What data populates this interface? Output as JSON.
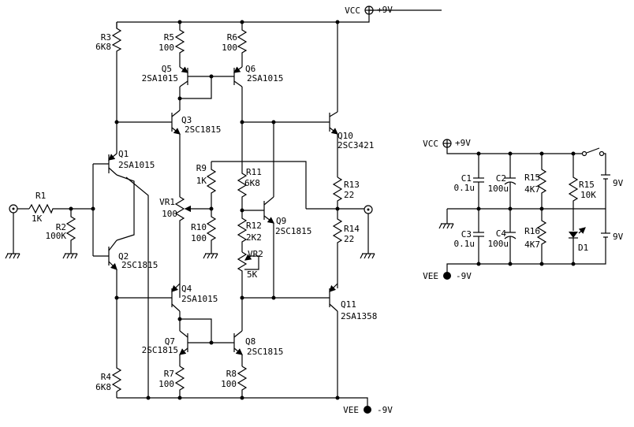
{
  "power": {
    "vcc": "VCC",
    "vcc_value": "+9V",
    "vee": "VEE",
    "vee_value": "-9V"
  },
  "resistors": {
    "r1": {
      "name": "R1",
      "value": "1K"
    },
    "r2": {
      "name": "R2",
      "value": "100K"
    },
    "r3": {
      "name": "R3",
      "value": "6K8"
    },
    "r4": {
      "name": "R4",
      "value": "6K8"
    },
    "r5": {
      "name": "R5",
      "value": "100"
    },
    "r6": {
      "name": "R6",
      "value": "100"
    },
    "r7": {
      "name": "R7",
      "value": "100"
    },
    "r8": {
      "name": "R8",
      "value": "100"
    },
    "r9": {
      "name": "R9",
      "value": "1K"
    },
    "r10": {
      "name": "R10",
      "value": "100"
    },
    "r11": {
      "name": "R11",
      "value": "6K8"
    },
    "r12": {
      "name": "R12",
      "value": "2K2"
    },
    "r13": {
      "name": "R13",
      "value": "22"
    },
    "r14": {
      "name": "R14",
      "value": "22"
    },
    "r15a": {
      "name": "R15",
      "value": "4K7"
    },
    "r16": {
      "name": "R16",
      "value": "4K7"
    },
    "r15b": {
      "name": "R15",
      "value": "10K"
    }
  },
  "pots": {
    "vr1": {
      "name": "VR1",
      "value": "100"
    },
    "vr2": {
      "name": "VR2",
      "value": "5K"
    }
  },
  "transistors": {
    "q1": {
      "name": "Q1",
      "part": "2SA1015"
    },
    "q2": {
      "name": "Q2",
      "part": "2SC1815"
    },
    "q3": {
      "name": "Q3",
      "part": "2SC1815"
    },
    "q4": {
      "name": "Q4",
      "part": "2SA1015"
    },
    "q5": {
      "name": "Q5",
      "part": "2SA1015"
    },
    "q6": {
      "name": "Q6",
      "part": "2SA1015"
    },
    "q7": {
      "name": "Q7",
      "part": "2SC1815"
    },
    "q8": {
      "name": "Q8",
      "part": "2SC1815"
    },
    "q9": {
      "name": "Q9",
      "part": "2SC1815"
    },
    "q10": {
      "name": "Q10",
      "part": "2SC3421"
    },
    "q11": {
      "name": "Q11",
      "part": "2SA1358"
    }
  },
  "capacitors": {
    "c1": {
      "name": "C1",
      "value": "0.1u"
    },
    "c2": {
      "name": "C2",
      "value": "100u"
    },
    "c3": {
      "name": "C3",
      "value": "0.1u"
    },
    "c4": {
      "name": "C4",
      "value": "100u"
    }
  },
  "diode": {
    "name": "D1"
  },
  "batteries": {
    "b1": "9V",
    "b2": "9V"
  }
}
